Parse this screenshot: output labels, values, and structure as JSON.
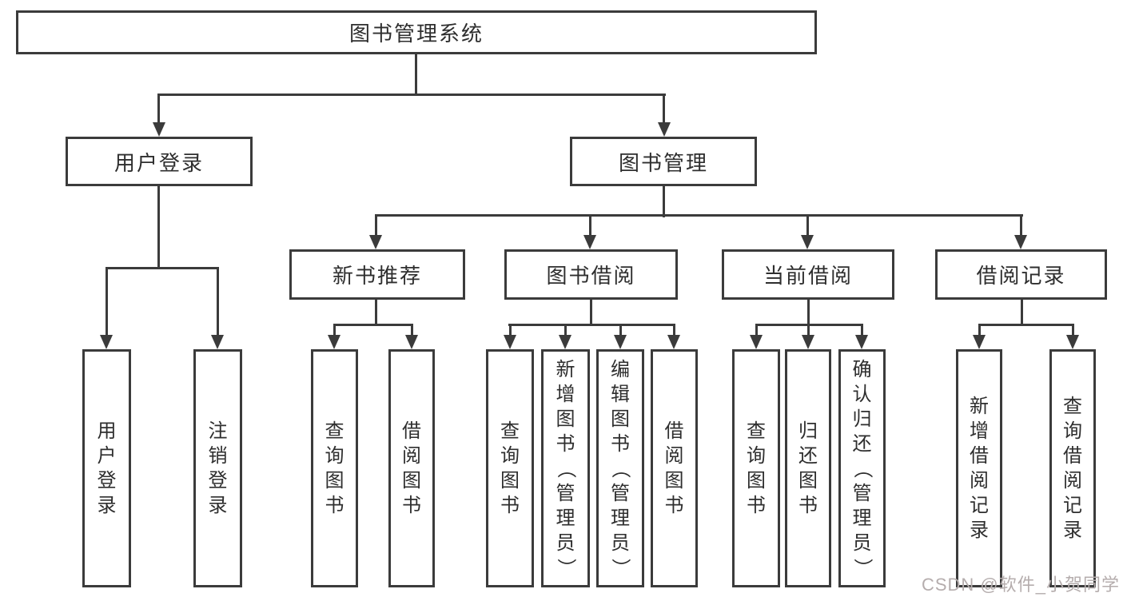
{
  "watermark": "CSDN @软件_小贺同学",
  "colors": {
    "line": "#3b3b3b",
    "box_border": "#3b3b3b",
    "text": "#2e2e2e",
    "watermark": "#b5adad",
    "background": "#ffffff"
  },
  "diagram": {
    "root": "图书管理系统",
    "branches": [
      {
        "label": "用户登录",
        "leaves": [
          "用户登录",
          "注销登录"
        ]
      },
      {
        "label": "图书管理",
        "groups": [
          {
            "label": "新书推荐",
            "leaves": [
              "查询图书",
              "借阅图书"
            ]
          },
          {
            "label": "图书借阅",
            "leaves": [
              "查询图书",
              "新增图书（管理员）",
              "编辑图书（管理员）",
              "借阅图书"
            ]
          },
          {
            "label": "当前借阅",
            "leaves": [
              "查询图书",
              "归还图书",
              "确认归还（管理员）"
            ]
          },
          {
            "label": "借阅记录",
            "leaves": [
              "新增借阅记录",
              "查询借阅记录"
            ]
          }
        ]
      }
    ]
  }
}
